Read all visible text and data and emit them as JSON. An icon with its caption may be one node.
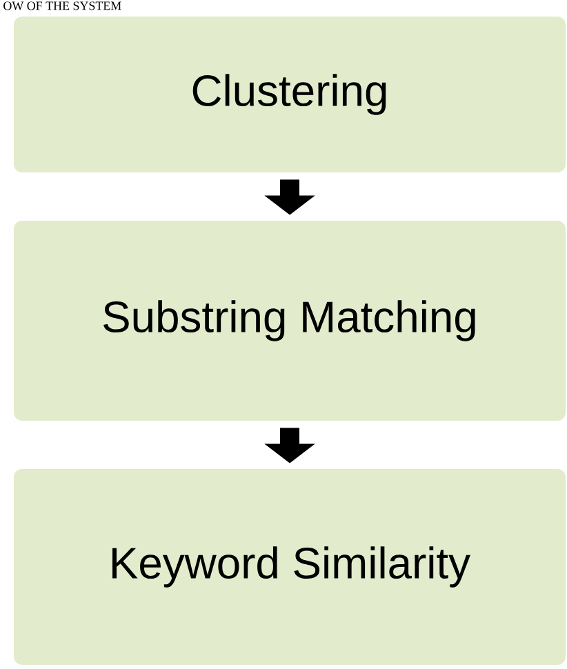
{
  "diagram": {
    "title": "OW OF THE SYSTEM",
    "nodes": [
      {
        "text": [
          "Clustering"
        ]
      },
      {
        "text": [
          "Substring Matching"
        ]
      },
      {
        "text": [
          "Keyword Similarity"
        ]
      }
    ],
    "edges": [
      {
        "from": 0,
        "to": 1,
        "arrow": "to"
      },
      {
        "from": 1,
        "to": 2,
        "arrow": "to"
      }
    ]
  }
}
